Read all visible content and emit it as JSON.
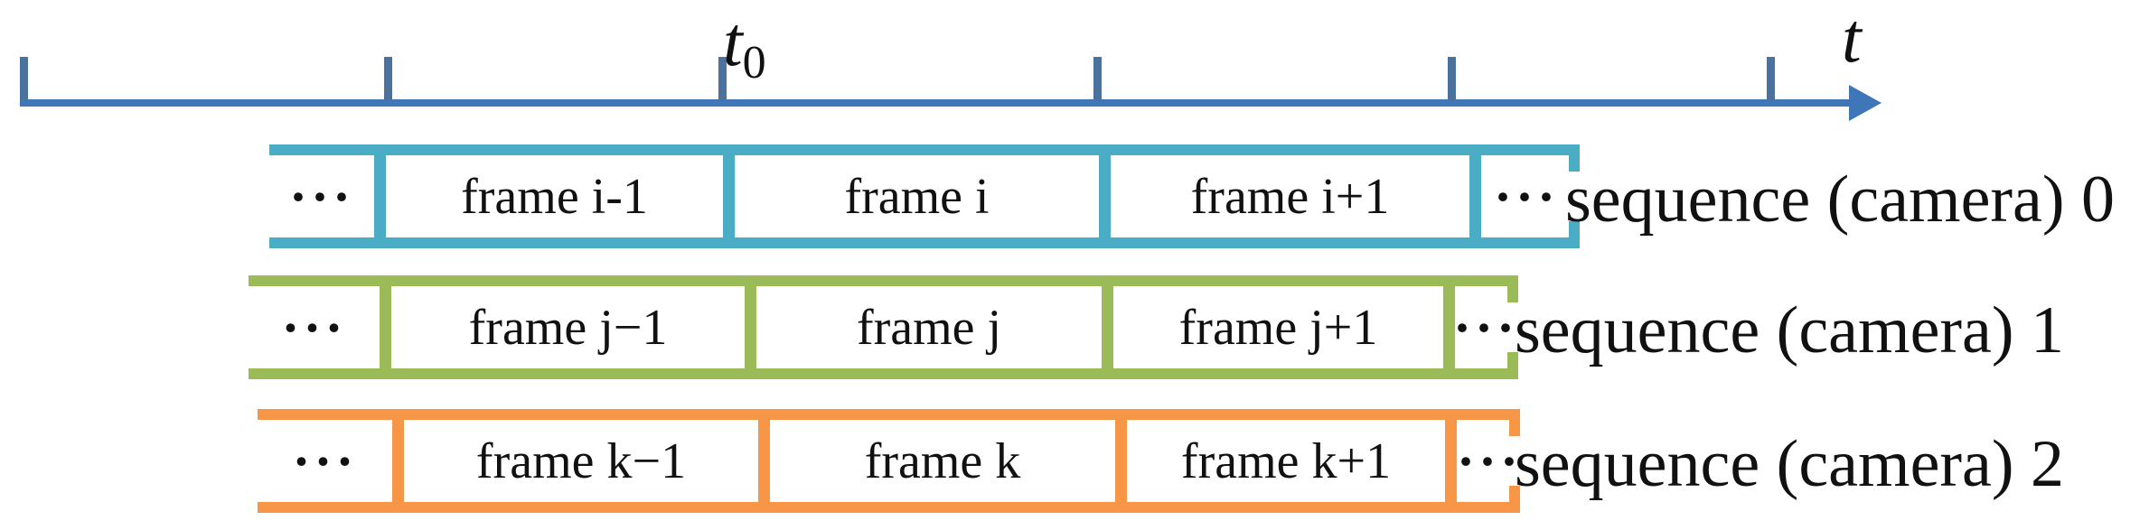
{
  "figure": {
    "description": "Timing diagram of multiple camera sequences along a common time axis"
  },
  "timeline": {
    "axis_color": "#3E76B8",
    "tick_color": "#4B719E",
    "tick_count": 6,
    "t0_label": "t",
    "t0_subscript": "0",
    "t_label": "t"
  },
  "rows": [
    {
      "label": "sequence (camera) 0",
      "color": "#4BACC6",
      "ellipsis": "···",
      "frames": [
        "frame i-1",
        "frame i",
        "frame i+1"
      ]
    },
    {
      "label": "sequence (camera) 1",
      "color": "#9BBB59",
      "ellipsis": "···",
      "frames": [
        "frame j−1",
        "frame j",
        "frame j+1"
      ]
    },
    {
      "label": "sequence (camera) 2",
      "color": "#F79646",
      "ellipsis": "···",
      "frames": [
        "frame k−1",
        "frame k",
        "frame k+1"
      ]
    }
  ]
}
